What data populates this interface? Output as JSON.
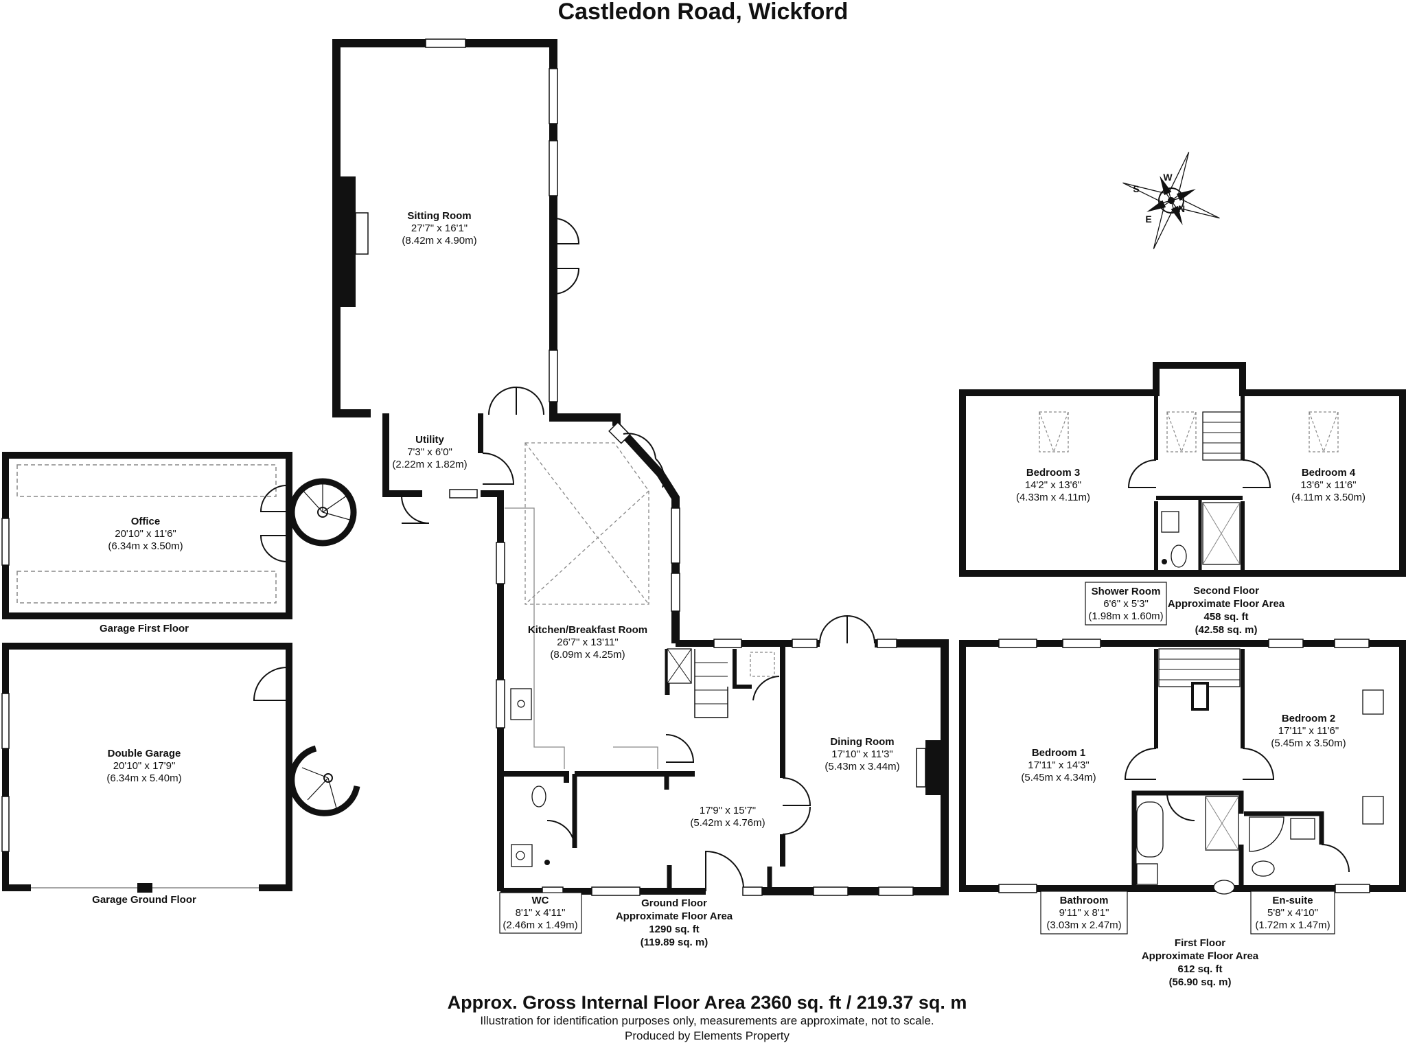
{
  "title": "Castledon Road, Wickford",
  "footer": {
    "gross_area": "Approx. Gross Internal Floor Area 2360 sq. ft / 219.37 sq. m",
    "disclaimer": "Illustration for identification purposes only, measurements are approximate, not to scale.",
    "producer": "Produced by Elements Property"
  },
  "compass": {
    "n": "N",
    "e": "E",
    "s": "S",
    "w": "W"
  },
  "floors": {
    "garage_first": {
      "label": "Garage First Floor"
    },
    "garage_ground": {
      "label": "Garage Ground Floor"
    },
    "ground": {
      "label": "Ground Floor",
      "area_label": "Approximate Floor Area",
      "sqft": "1290 sq. ft",
      "sqm": "(119.89 sq. m)"
    },
    "first": {
      "label": "First Floor",
      "area_label": "Approximate Floor Area",
      "sqft": "612 sq. ft",
      "sqm": "(56.90 sq. m)"
    },
    "second": {
      "label": "Second Floor",
      "area_label": "Approximate Floor Area",
      "sqft": "458 sq. ft",
      "sqm": "(42.58 sq. m)"
    }
  },
  "rooms": {
    "sitting": {
      "name": "Sitting Room",
      "imperial": "27'7\" x 16'1\"",
      "metric": "(8.42m x 4.90m)"
    },
    "utility": {
      "name": "Utility",
      "imperial": "7'3\" x 6'0\"",
      "metric": "(2.22m x 1.82m)"
    },
    "office": {
      "name": "Office",
      "imperial": "20'10\" x 11'6\"",
      "metric": "(6.34m x 3.50m)"
    },
    "garage": {
      "name": "Double Garage",
      "imperial": "20'10\" x 17'9\"",
      "metric": "(6.34m x 5.40m)"
    },
    "kitchen": {
      "name": "Kitchen/Breakfast Room",
      "imperial": "26'7\" x 13'11\"",
      "metric": "(8.09m x 4.25m)"
    },
    "hall": {
      "imperial": "17'9\" x 15'7\"",
      "metric": "(5.42m x 4.76m)"
    },
    "dining": {
      "name": "Dining Room",
      "imperial": "17'10\" x 11'3\"",
      "metric": "(5.43m x 3.44m)"
    },
    "wc": {
      "name": "WC",
      "imperial": "8'1\" x 4'11\"",
      "metric": "(2.46m x 1.49m)"
    },
    "bedroom3": {
      "name": "Bedroom 3",
      "imperial": "14'2\" x 13'6\"",
      "metric": "(4.33m x 4.11m)"
    },
    "bedroom4": {
      "name": "Bedroom 4",
      "imperial": "13'6\" x 11'6\"",
      "metric": "(4.11m x 3.50m)"
    },
    "shower": {
      "name": "Shower Room",
      "imperial": "6'6\" x 5'3\"",
      "metric": "(1.98m x 1.60m)"
    },
    "bedroom1": {
      "name": "Bedroom 1",
      "imperial": "17'11\" x 14'3\"",
      "metric": "(5.45m x 4.34m)"
    },
    "bedroom2": {
      "name": "Bedroom 2",
      "imperial": "17'11\" x 11'6\"",
      "metric": "(5.45m x 3.50m)"
    },
    "bathroom": {
      "name": "Bathroom",
      "imperial": "9'11\" x 8'1\"",
      "metric": "(3.03m x 2.47m)"
    },
    "ensuite": {
      "name": "En-suite",
      "imperial": "5'8\" x 4'10\"",
      "metric": "(1.72m x 1.47m)"
    }
  }
}
